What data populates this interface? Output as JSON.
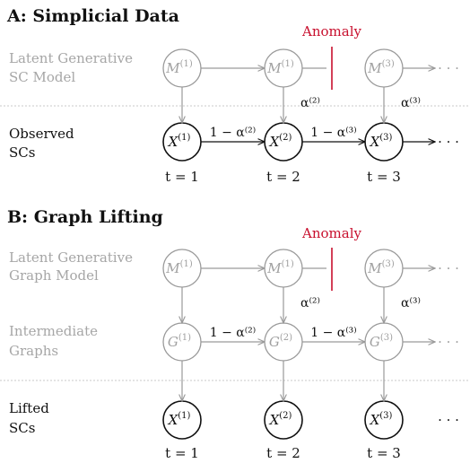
{
  "panels": [
    {
      "title": "A: Simplicial Data",
      "anomaly_label": "Anomaly",
      "rows": [
        {
          "label_lines": [
            "Latent Generative",
            "SC Model"
          ],
          "style": "gray",
          "nodes": [
            {
              "base": "M",
              "sup": "(1)"
            },
            {
              "base": "M",
              "sup": "(1)"
            },
            {
              "base": "M",
              "sup": "(3)"
            }
          ],
          "edges": [
            {
              "from": 0,
              "to": 1,
              "label": ""
            },
            {
              "from": 1,
              "to": 2,
              "label": "",
              "blocked": true
            }
          ],
          "ellipsis": "· · ·"
        },
        {
          "label_lines": [
            "Observed",
            "SCs"
          ],
          "style": "dark",
          "nodes": [
            {
              "base": "X",
              "sup": "(1)"
            },
            {
              "base": "X",
              "sup": "(2)"
            },
            {
              "base": "X",
              "sup": "(3)"
            }
          ],
          "edges": [
            {
              "from": 0,
              "to": 1,
              "label": "1 − α⁽²⁾"
            },
            {
              "from": 1,
              "to": 2,
              "label": "1 − α⁽³⁾"
            }
          ],
          "ellipsis": "· · ·"
        }
      ],
      "vertical_edges": [
        {
          "col": 0,
          "from_row": 0,
          "to_row": 1,
          "label": ""
        },
        {
          "col": 1,
          "from_row": 0,
          "to_row": 1,
          "label": "α⁽²⁾"
        },
        {
          "col": 2,
          "from_row": 0,
          "to_row": 1,
          "label": "α⁽³⁾"
        }
      ],
      "time_labels": [
        "t = 1",
        "t = 2",
        "t = 3"
      ]
    },
    {
      "title": "B: Graph Lifting",
      "anomaly_label": "Anomaly",
      "rows": [
        {
          "label_lines": [
            "Latent Generative",
            "Graph Model"
          ],
          "style": "gray",
          "nodes": [
            {
              "base": "M",
              "sup": "(1)"
            },
            {
              "base": "M",
              "sup": "(1)"
            },
            {
              "base": "M",
              "sup": "(3)"
            }
          ],
          "edges": [
            {
              "from": 0,
              "to": 1,
              "label": ""
            },
            {
              "from": 1,
              "to": 2,
              "label": "",
              "blocked": true
            }
          ],
          "ellipsis": "· · ·"
        },
        {
          "label_lines": [
            "Intermediate",
            "Graphs"
          ],
          "style": "gray",
          "nodes": [
            {
              "base": "G",
              "sup": "(1)"
            },
            {
              "base": "G",
              "sup": "(2)"
            },
            {
              "base": "G",
              "sup": "(3)"
            }
          ],
          "edges": [
            {
              "from": 0,
              "to": 1,
              "label": "1 − α⁽²⁾"
            },
            {
              "from": 1,
              "to": 2,
              "label": "1 − α⁽³⁾"
            }
          ],
          "ellipsis": "· · ·"
        },
        {
          "label_lines": [
            "Lifted",
            "SCs"
          ],
          "style": "dark",
          "nodes": [
            {
              "base": "X",
              "sup": "(1)"
            },
            {
              "base": "X",
              "sup": "(2)"
            },
            {
              "base": "X",
              "sup": "(3)"
            }
          ],
          "edges": [],
          "ellipsis": "· · ·"
        }
      ],
      "vertical_edges": [
        {
          "col": 0,
          "from_row": 0,
          "to_row": 1,
          "label": ""
        },
        {
          "col": 1,
          "from_row": 0,
          "to_row": 1,
          "label": "α⁽²⁾"
        },
        {
          "col": 2,
          "from_row": 0,
          "to_row": 1,
          "label": "α⁽³⁾"
        },
        {
          "col": 0,
          "from_row": 1,
          "to_row": 2,
          "label": ""
        },
        {
          "col": 1,
          "from_row": 1,
          "to_row": 2,
          "label": ""
        },
        {
          "col": 2,
          "from_row": 1,
          "to_row": 2,
          "label": ""
        }
      ],
      "time_labels": [
        "t = 1",
        "t = 2",
        "t = 3"
      ]
    }
  ]
}
